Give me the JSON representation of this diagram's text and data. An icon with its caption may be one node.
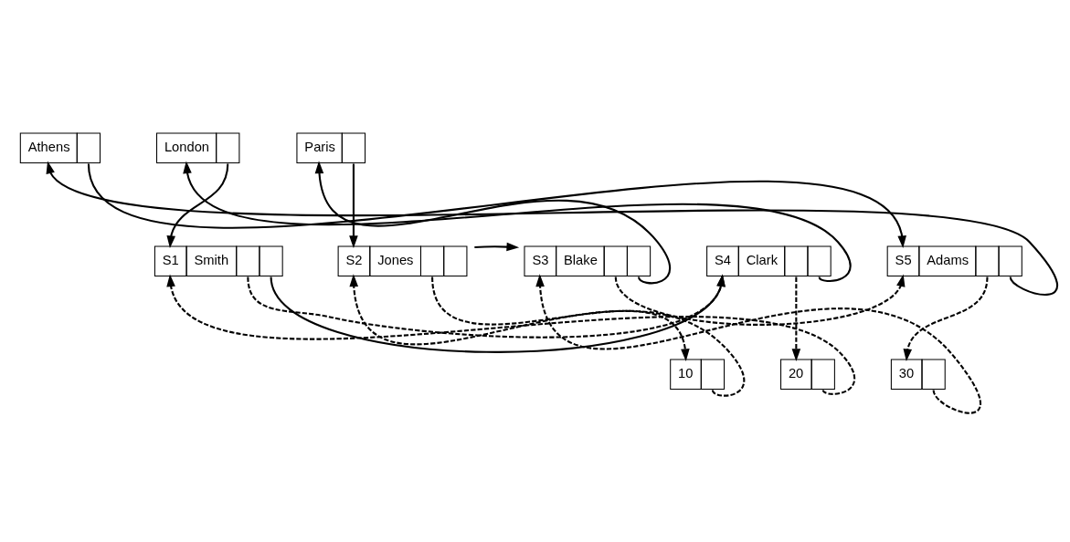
{
  "diagram": {
    "nodes": [
      {
        "text": [
          "Athens"
        ]
      },
      {
        "text": [
          "London"
        ]
      },
      {
        "text": [
          "Paris"
        ]
      },
      {
        "text": [
          "S1",
          "Smith"
        ]
      },
      {
        "text": [
          "S2",
          "Jones"
        ]
      },
      {
        "text": [
          "S3",
          "Blake"
        ]
      },
      {
        "text": [
          "S4",
          "Clark"
        ]
      },
      {
        "text": [
          "S5",
          "Adams"
        ]
      },
      {
        "text": [
          "10"
        ]
      },
      {
        "text": [
          "20"
        ]
      },
      {
        "text": [
          "30"
        ]
      }
    ],
    "edges": [
      {
        "from": 0,
        "to": 7,
        "arrow": "to"
      },
      {
        "from": 1,
        "to": 3,
        "arrow": "to"
      },
      {
        "from": 2,
        "to": 4,
        "arrow": "to"
      },
      {
        "from": 3,
        "to": 6,
        "arrow": "to",
        "style": "dashed"
      },
      {
        "from": 3,
        "to": 6,
        "arrow": "to"
      },
      {
        "from": 4,
        "to": 8,
        "arrow": "to",
        "style": "dashed"
      },
      {
        "from": 4,
        "to": 5,
        "arrow": "to"
      },
      {
        "from": 5,
        "to": 7,
        "arrow": "to",
        "style": "dashed"
      },
      {
        "from": 5,
        "to": 2,
        "arrow": "to"
      },
      {
        "from": 6,
        "to": 9,
        "arrow": "to",
        "style": "dashed"
      },
      {
        "from": 6,
        "to": 1,
        "arrow": "to"
      },
      {
        "from": 7,
        "to": 10,
        "arrow": "to",
        "style": "dashed"
      },
      {
        "from": 7,
        "to": 0,
        "arrow": "to"
      },
      {
        "from": 8,
        "to": 4,
        "arrow": "to",
        "style": "dashed"
      },
      {
        "from": 9,
        "to": 3,
        "arrow": "to",
        "style": "dashed"
      },
      {
        "from": 10,
        "to": 5,
        "arrow": "to",
        "style": "dashed"
      }
    ]
  }
}
